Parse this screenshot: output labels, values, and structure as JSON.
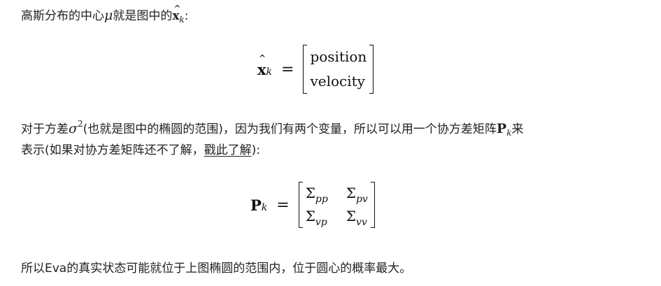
{
  "para1": {
    "text_before": "高斯分布的中心",
    "mu_symbol": "μ",
    "text_middle": "就是图中的",
    "x_symbol": "x",
    "x_sub": "k",
    "text_after": ":"
  },
  "eq1": {
    "lhs_symbol": "x",
    "lhs_sub": "k",
    "equals": "=",
    "rows": [
      "position",
      "velocity"
    ]
  },
  "para2": {
    "line1_before": "对于方差",
    "sigma_symbol": "σ",
    "sigma_sup": "2",
    "line1_middle": "(也就是图中的椭圆的范围)，因为我们有两个变量，所以可以用一个协方差矩阵",
    "p_symbol": "P",
    "p_sub": "k",
    "line1_after": "来",
    "line2_before": "表示(如果对协方差矩阵还不了解，",
    "link_text": "戳此了解",
    "line2_after": "):"
  },
  "eq2": {
    "lhs_symbol": "P",
    "lhs_sub": "k",
    "equals": "=",
    "sigma_char": "Σ",
    "cells": [
      {
        "sub": "pp"
      },
      {
        "sub": "pv"
      },
      {
        "sub": "vp"
      },
      {
        "sub": "vv"
      }
    ]
  },
  "para3": {
    "text": "所以Eva的真实状态可能就位于上图椭圆的范围内，位于圆心的概率最大。"
  }
}
